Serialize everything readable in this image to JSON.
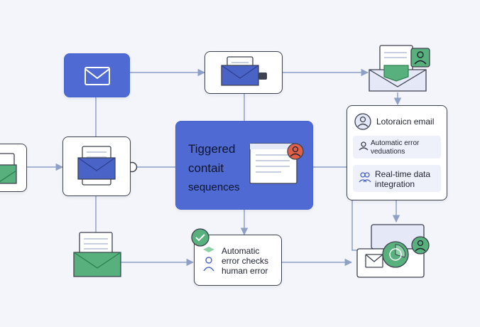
{
  "hub": {
    "title_lines": [
      "Tiggered",
      "contait",
      "sequences"
    ]
  },
  "panel": {
    "header": "Lotoraicn email",
    "items": [
      {
        "text_lines": [
          "Automatic error",
          "veduations"
        ],
        "icon": "user-icon"
      },
      {
        "text_lines": [
          "Real-time data",
          "integration"
        ],
        "icon": "users-icon"
      }
    ]
  },
  "checks_box": {
    "text_lines": [
      "Automatic",
      "error checks",
      "human error"
    ],
    "icon": "check-badge-icon"
  },
  "colors": {
    "background": "#f3f5fa",
    "accent_blue": "#4f6bd3",
    "envelope_blue": "#4a63c6",
    "success_green": "#4fae74",
    "alert_red": "#e06147",
    "connector": "#8ea0c8",
    "border": "#3d4250"
  }
}
